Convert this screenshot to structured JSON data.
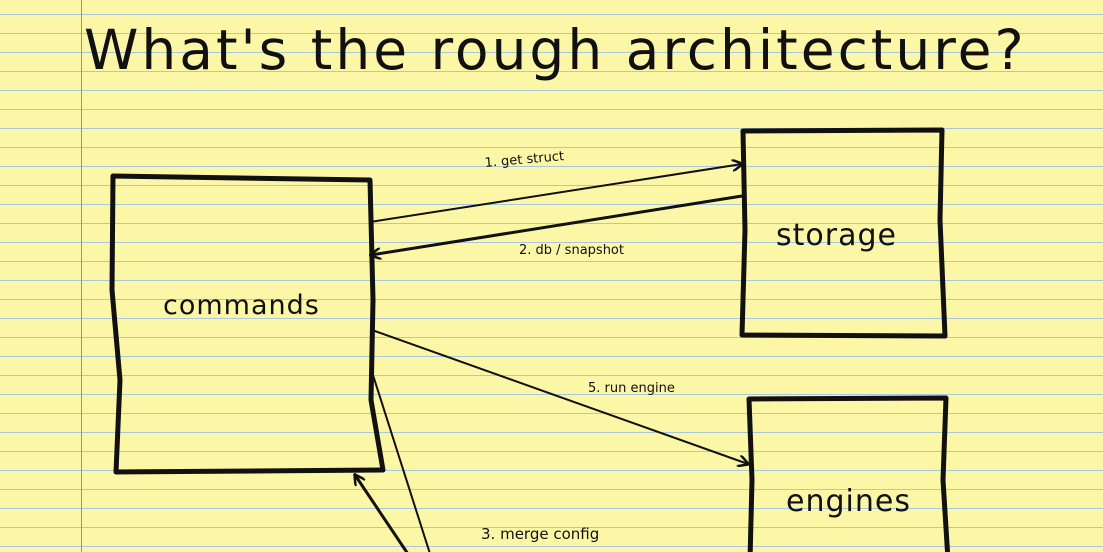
{
  "title": "What's the rough architecture?",
  "nodes": {
    "commands": "commands",
    "storage": "storage",
    "engines": "engines"
  },
  "edges": {
    "get_struct": "1. get struct",
    "db_snapshot": "2. db / snapshot",
    "merge_config": "3. merge config",
    "run_engine": "5. run engine"
  },
  "colors": {
    "paper": "#fbf7a6",
    "rule_lines": "#a9c6dd",
    "margin_line": "#f26a7d",
    "ink": "#111111"
  }
}
